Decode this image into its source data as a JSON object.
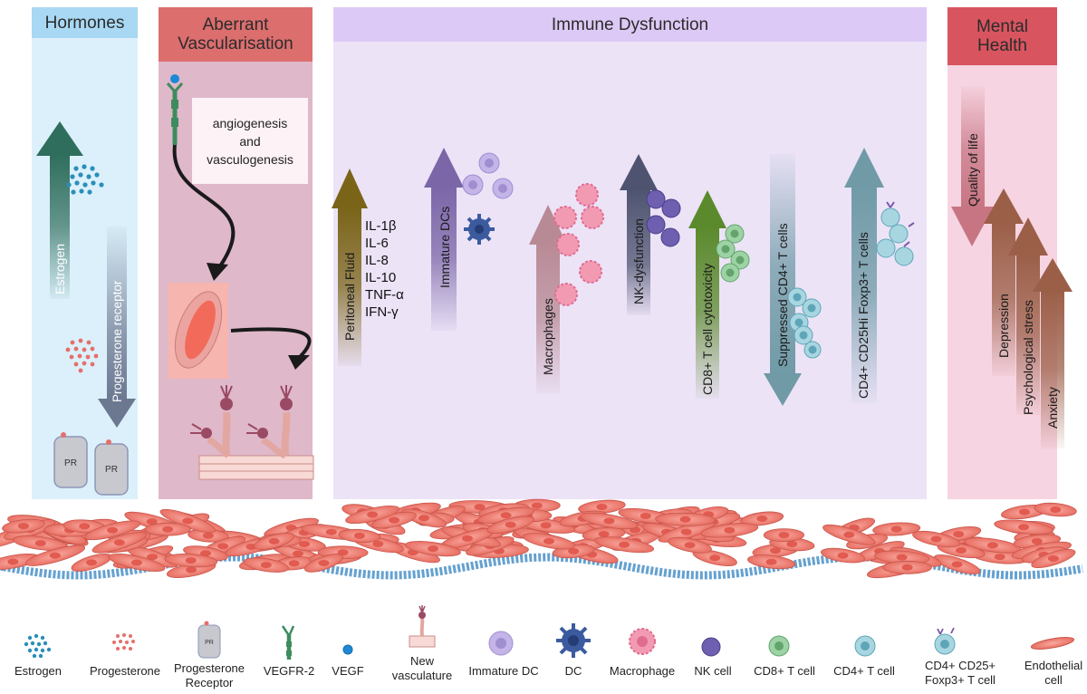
{
  "panels": {
    "hormones": "Hormones",
    "vascularisation_line1": "Aberrant",
    "vascularisation_line2": "Vascularisation",
    "immune": "Immune Dysfunction",
    "mental_line1": "Mental",
    "mental_line2": "Health"
  },
  "hormones": {
    "estrogen": "Estrogen",
    "progesterone_receptor": "Progesterone receptor",
    "pr": "PR"
  },
  "vascular": {
    "box_line1": "angiogenesis",
    "box_line2": "and",
    "box_line3": "vasculogenesis"
  },
  "immune": {
    "peritoneal_fluid": "Peritoneal Fluid",
    "cytokines": [
      "IL-1β",
      "IL-6",
      "IL-8",
      "IL-10",
      "TNF-α",
      "IFN-γ"
    ],
    "immature_dcs": "Immature DCs",
    "macrophages": "Macrophages",
    "nk_dysfunction": "NK-dysfunction",
    "cd8": "CD8+ T cell cytotoxicity",
    "cd4_suppressed": "Suppressed CD4+ T cells",
    "treg": "CD4+ CD25Hi Foxp3+ T cells"
  },
  "mental": {
    "quality_of_life": "Quality of life",
    "depression": "Depression",
    "psychological_stress": "Psychological stress",
    "anxiety": "Anxiety"
  },
  "legend": [
    {
      "line1": "Estrogen",
      "line2": ""
    },
    {
      "line1": "Progesterone",
      "line2": ""
    },
    {
      "line1": "Progesterone",
      "line2": "Receptor"
    },
    {
      "line1": "VEGFR-2",
      "line2": ""
    },
    {
      "line1": "VEGF",
      "line2": ""
    },
    {
      "line1": "New",
      "line2": "vasculature"
    },
    {
      "line1": "Immature DC",
      "line2": ""
    },
    {
      "line1": "DC",
      "line2": ""
    },
    {
      "line1": "Macrophage",
      "line2": ""
    },
    {
      "line1": "NK cell",
      "line2": ""
    },
    {
      "line1": "CD8+ T cell",
      "line2": ""
    },
    {
      "line1": "CD4+ T cell",
      "line2": ""
    },
    {
      "line1": "CD4+ CD25+",
      "line2": "Foxp3+ T cell"
    },
    {
      "line1": "Endothelial",
      "line2": "cell"
    }
  ],
  "colors": {
    "hormones_bg": "#dcf0fb",
    "hormones_head": "#a8d8f3",
    "vasc_bg": "#dfb5c8",
    "vasc_head": "#dc6e6e",
    "immune_bg": "#ece3f7",
    "immune_head": "#ddc9f5",
    "mental_bg": "#f6d3e0",
    "mental_head": "#d8555f"
  }
}
